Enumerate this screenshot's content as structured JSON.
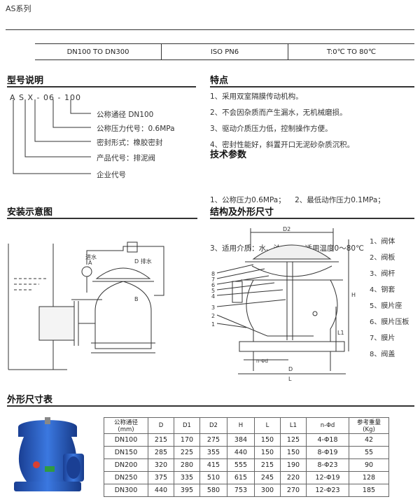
{
  "header": {
    "series": "AS系列"
  },
  "specs": [
    "DN100 TO DN300",
    "ISO PN6",
    "T:0℃ TO 80℃"
  ],
  "model": {
    "title": "型号说明",
    "code": "A S X - 06 - 100",
    "items": [
      "公称通径 DN100",
      "公称压力代号：0.6MPa",
      "密封形式：橡胶密封",
      "产品代号：排泥阀",
      "企业代号"
    ]
  },
  "features": {
    "title": "特点",
    "items": [
      "1、采用双室隔膜传动机构。",
      "2、不会因杂质而产生漏水，无机械磨损。",
      "3、驱动介质压力低，控制操作方便。",
      "4、密封性能好，斜置开口无泥砂杂质沉积。"
    ]
  },
  "tech": {
    "title": "技术参数",
    "row1": "1、公称压力0.6MPa；    2、最低动作压力0.1MPa；",
    "row2": "3、适用介质：水、油；  4、适用温度0～80℃"
  },
  "install": {
    "title": "安装示意图",
    "label_in": "进水",
    "label_in_sub": "A",
    "label_out": "D 排水",
    "label_b": "B"
  },
  "structure": {
    "title": "结构及外形尺寸",
    "dim_D2": "D2",
    "dim_H": "H",
    "dim_L1": "L1",
    "dim_L": "L",
    "dim_D": "D",
    "dim_n": "n-Φd",
    "callouts": [
      "8",
      "7",
      "6",
      "5",
      "4",
      "3",
      "2",
      "1"
    ],
    "parts": [
      "1、阀体",
      "2、阀板",
      "3、阀杆",
      "4、钢套",
      "5、膜片座",
      "6、膜片压板",
      "7、膜片",
      "8、阀盖"
    ]
  },
  "dims": {
    "title": "外形尺寸表",
    "headers": [
      "公称通径\n(mm)",
      "D",
      "D1",
      "D2",
      "H",
      "L",
      "L1",
      "n-Φd",
      "参考重量\n(Kg)"
    ],
    "rows": [
      [
        "DN100",
        "215",
        "170",
        "275",
        "384",
        "150",
        "125",
        "4-Φ18",
        "42"
      ],
      [
        "DN150",
        "285",
        "225",
        "355",
        "440",
        "150",
        "150",
        "8-Φ19",
        "55"
      ],
      [
        "DN200",
        "320",
        "280",
        "415",
        "555",
        "215",
        "190",
        "8-Φ23",
        "90"
      ],
      [
        "DN250",
        "375",
        "335",
        "510",
        "615",
        "245",
        "220",
        "12-Φ19",
        "128"
      ],
      [
        "DN300",
        "440",
        "395",
        "580",
        "753",
        "300",
        "270",
        "12-Φ23",
        "185"
      ]
    ]
  },
  "colors": {
    "valve_blue": "#2a5fc4",
    "ink": "#333333"
  }
}
